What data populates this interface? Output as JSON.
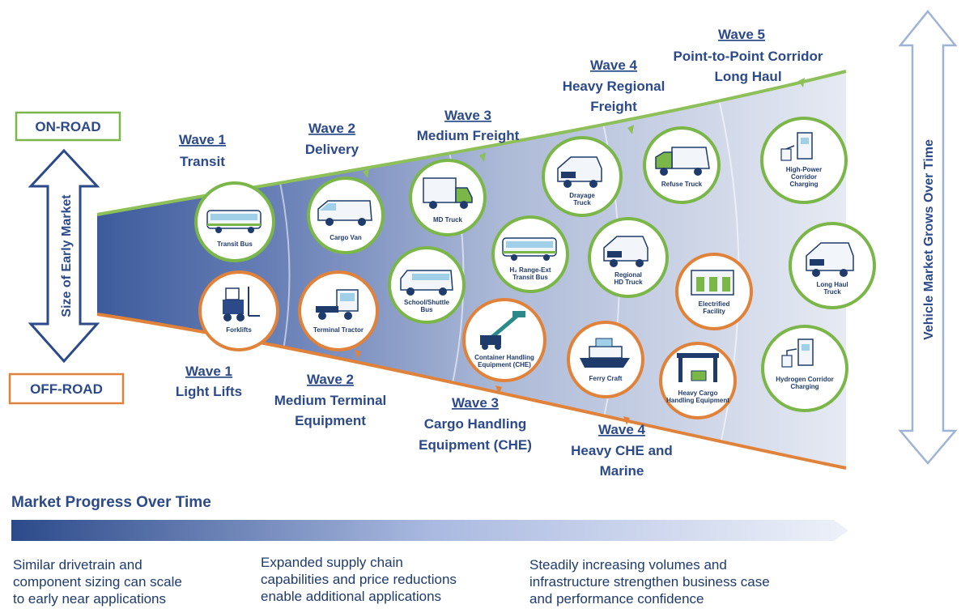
{
  "labels": {
    "on_road": "ON-ROAD",
    "off_road": "OFF-ROAD",
    "size_axis": "Size of Early Market",
    "vertical_axis": "Vehicle Market Grows Over Time",
    "progress_title": "Market Progress Over Time"
  },
  "on_road_waves": [
    {
      "title": "Wave 1",
      "subtitle": "Transit"
    },
    {
      "title": "Wave 2",
      "subtitle": "Delivery"
    },
    {
      "title": "Wave 3",
      "subtitle": "Medium Freight"
    },
    {
      "title": "Wave 4",
      "subtitle_line1": "Heavy Regional",
      "subtitle_line2": "Freight"
    },
    {
      "title": "Wave 5",
      "subtitle_line1": "Point-to-Point Corridor",
      "subtitle_line2": "Long Haul"
    }
  ],
  "off_road_waves": [
    {
      "title": "Wave 1",
      "subtitle": "Light Lifts"
    },
    {
      "title": "Wave 2",
      "subtitle_line1": "Medium Terminal",
      "subtitle_line2": "Equipment"
    },
    {
      "title": "Wave 3",
      "subtitle_line1": "Cargo Handling",
      "subtitle_line2": "Equipment (CHE)"
    },
    {
      "title": "Wave 4",
      "subtitle_line1": "Heavy CHE and",
      "subtitle_line2": "Marine"
    }
  ],
  "vehicles": {
    "transit_bus": "Transit Bus",
    "cargo_van": "Cargo Van",
    "md_truck": "MD Truck",
    "drayage_truck_1": "Drayage",
    "drayage_truck_2": "Truck",
    "refuse_truck": "Refuse Truck",
    "hp_charging_1": "High-Power",
    "hp_charging_2": "Corridor",
    "hp_charging_3": "Charging",
    "school_bus_1": "School/Shuttle",
    "school_bus_2": "Bus",
    "h2_bus_1": "H₂ Range-Ext",
    "h2_bus_2": "Transit Bus",
    "regional_1": "Regional",
    "regional_2": "HD Truck",
    "long_haul_1": "Long Haul",
    "long_haul_2": "Truck",
    "forklifts": "Forklifts",
    "terminal_tractor": "Terminal Tractor",
    "che_1": "Container Handling",
    "che_2": "Equipment (CHE)",
    "ferry": "Ferry Craft",
    "facility_1": "Electrified",
    "facility_2": "Facility",
    "heavy_che_1": "Heavy Cargo",
    "heavy_che_2": "Handling Equipment",
    "h2_charging_1": "Hydrogen Corridor",
    "h2_charging_2": "Charging"
  },
  "bottom": {
    "col1": [
      "Similar drivetrain and",
      "component sizing can scale",
      "to early near applications"
    ],
    "col2": [
      "Expanded supply chain",
      "capabilities and price reductions",
      "enable additional applications"
    ],
    "col3": [
      "Steadily increasing volumes and",
      "infrastructure strengthen business case",
      "and performance confidence"
    ]
  },
  "colors": {
    "on_road": "#7ab648",
    "off_road": "#e0823a",
    "navy": "#2c4a8a",
    "funnel_light": "#dfe5f1"
  }
}
